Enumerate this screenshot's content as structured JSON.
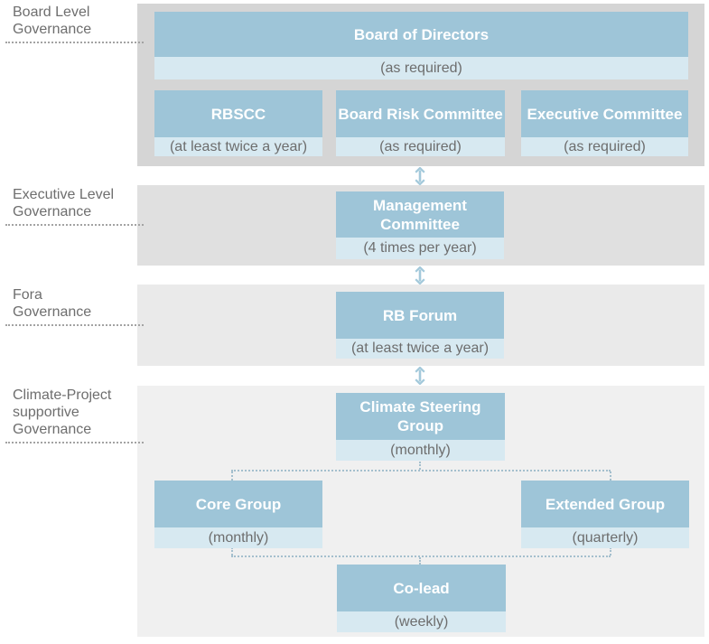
{
  "diagram": {
    "sections": [
      {
        "id": "board",
        "label_lines": [
          "Board Level",
          "Governance"
        ]
      },
      {
        "id": "executive",
        "label_lines": [
          "Executive Level",
          "Governance"
        ]
      },
      {
        "id": "fora",
        "label_lines": [
          "Fora",
          "Governance"
        ]
      },
      {
        "id": "climate",
        "label_lines": [
          "Climate-Project",
          "supportive",
          "Governance"
        ]
      }
    ],
    "boxes": {
      "board_of_directors": {
        "title": "Board of Directors",
        "frequency": "(as required)"
      },
      "rbscc": {
        "title": "RBSCC",
        "frequency": "(at least twice a year)"
      },
      "board_risk_committee": {
        "title": "Board Risk Committee",
        "frequency": "(as required)"
      },
      "executive_committee": {
        "title": "Executive Committee",
        "frequency": "(as required)"
      },
      "management_committee": {
        "title_lines": [
          "Management",
          "Committee"
        ],
        "frequency": "(4 times per year)"
      },
      "rb_forum": {
        "title": "RB Forum",
        "frequency": "(at least twice a year)"
      },
      "climate_steering_group": {
        "title_lines": [
          "Climate Steering",
          "Group"
        ],
        "frequency": "(monthly)"
      },
      "core_group": {
        "title": "Core Group",
        "frequency": "(monthly)"
      },
      "extended_group": {
        "title": "Extended Group",
        "frequency": "(quarterly)"
      },
      "co_lead": {
        "title": "Co-lead",
        "frequency": "(weekly)"
      }
    },
    "colors": {
      "box_blue": "#9ec5d8",
      "band_light_blue": "#d7e9f1",
      "board_section_bg": "#d5d5d5",
      "executive_section_bg": "#e0e0e0",
      "fora_section_bg": "#eaeaea",
      "climate_section_bg": "#f0f0f0",
      "box_title_text": "#ffffff",
      "band_text": "#6d6d6d",
      "section_label_text": "#6e6e6e",
      "arrow_blue": "#a3c9db",
      "connector_dotted": "#a4bfcd"
    }
  }
}
